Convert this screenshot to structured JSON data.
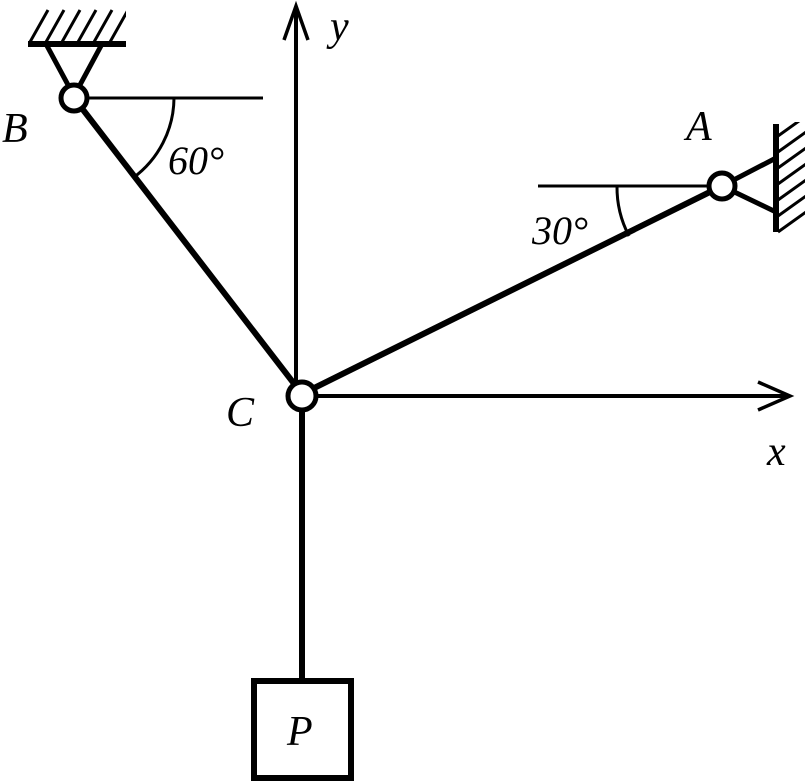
{
  "labels": {
    "y_axis": "y",
    "x_axis": "x",
    "point_b": "B",
    "point_a": "A",
    "point_c": "C",
    "load": "P",
    "angle_b": "60°",
    "angle_a": "30°"
  },
  "colors": {
    "stroke": "#000000",
    "background": "#ffffff"
  }
}
